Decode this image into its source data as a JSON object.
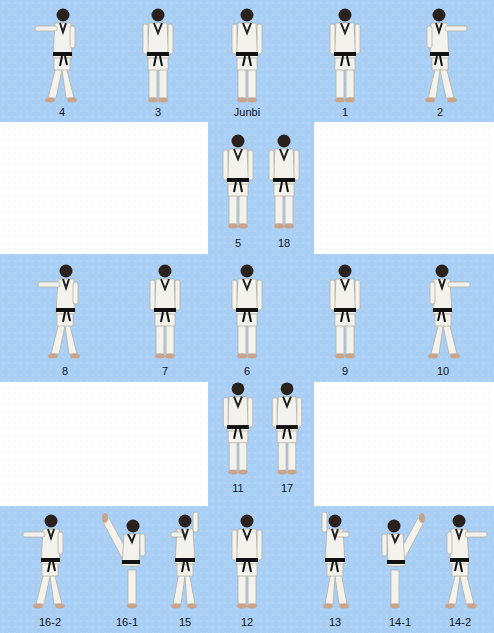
{
  "diagram": {
    "labels": [
      "4",
      "3",
      "Junbi",
      "1",
      "2",
      "5",
      "18",
      "8",
      "7",
      "6",
      "9",
      "10",
      "11",
      "17",
      "16-2",
      "16-1",
      "15",
      "12",
      "13",
      "14-1",
      "14-2"
    ]
  }
}
